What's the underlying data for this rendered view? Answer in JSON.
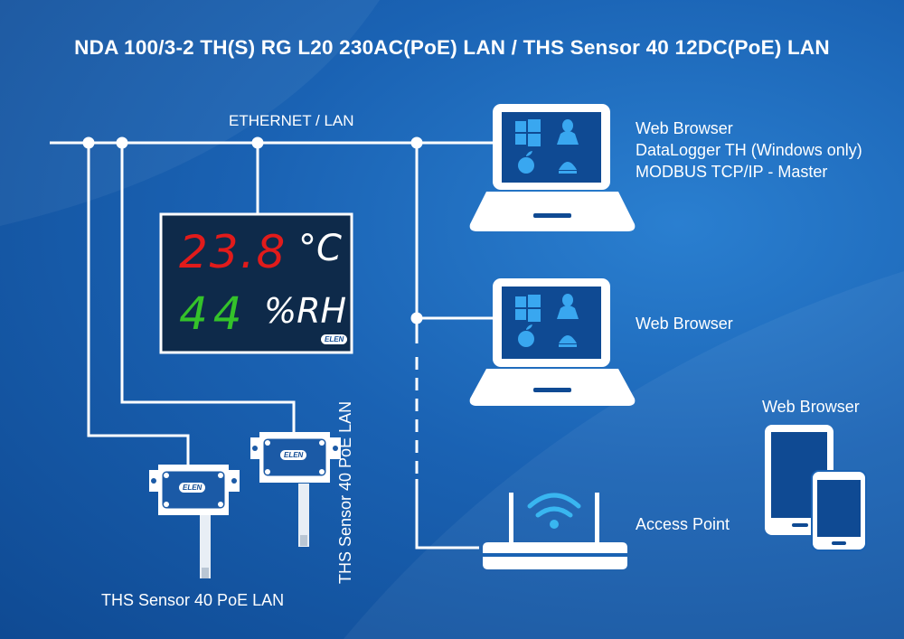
{
  "title": "NDA 100/3-2 TH(S) RG L20 230AC(PoE) LAN   /   THS Sensor 40 12DC(PoE) LAN",
  "network_label": "ETHERNET / LAN",
  "display": {
    "temperature_value": "23.8",
    "temperature_unit": "°C",
    "humidity_value": "44",
    "humidity_unit": "%RH",
    "logo": "ELEN"
  },
  "sensors": {
    "sensor_a_label": "THS Sensor 40 PoE LAN",
    "sensor_b_label": "THS Sensor 40 PoE LAN",
    "logo": "ELEN"
  },
  "laptop_top": {
    "lines": [
      "Web Browser",
      "DataLogger TH (Windows only)",
      "MODBUS TCP/IP - Master"
    ],
    "os_icons": [
      "windows-icon",
      "linux-icon",
      "apple-icon",
      "android-icon"
    ]
  },
  "laptop_bottom": {
    "label": "Web Browser",
    "os_icons": [
      "windows-icon",
      "linux-icon",
      "apple-icon",
      "android-icon"
    ]
  },
  "mobile": {
    "label": "Web Browser"
  },
  "access_point": {
    "label": "Access Point"
  },
  "colors": {
    "background": "#1a62b3",
    "line": "#ffffff",
    "screen": "#0f4a93",
    "display_panel": "#0e2a4a",
    "temperature": "#e11b1b",
    "humidity": "#34c22a"
  }
}
